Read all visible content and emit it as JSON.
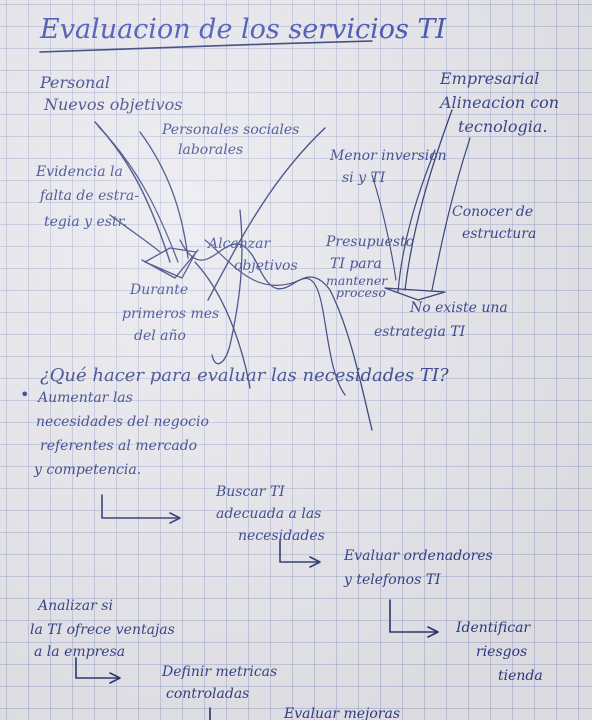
{
  "title": "Evaluacion de los servicios TI",
  "personal": {
    "heading": "Personal",
    "nuevos_objetivos": "Nuevos objetivos",
    "personales_sociales": [
      "Personales sociales",
      "laborales"
    ],
    "evidencia": [
      "Evidencia la",
      "falta de estra-",
      "tegia y estr."
    ]
  },
  "empresarial": {
    "heading": "Empresarial",
    "alineacion": [
      "Alineacion con",
      "tecnologia."
    ],
    "conocer": [
      "Conocer de",
      "estructura"
    ],
    "menor_inversion": [
      "Menor inversion",
      "si y TI"
    ],
    "no_existe": [
      "No existe una",
      "estrategia TI"
    ]
  },
  "center": {
    "alcanzar": [
      "Alcanzar",
      "objetivos"
    ],
    "presupuesto": [
      "Presupuesto",
      "TI para",
      "mantener",
      "proceso"
    ],
    "durante": [
      "Durante",
      "primeros mes",
      "del año"
    ]
  },
  "question": "¿Qué hacer para evaluar las necesidades TI?",
  "bullet": "•",
  "aumentar": [
    "Aumentar las",
    "necesidades del negocio",
    "referentes al mercado",
    "y competencia."
  ],
  "steps": {
    "buscar": [
      "Buscar TI",
      "adecuada a las",
      "necesidades"
    ],
    "evaluar": [
      "Evaluar ordenadores",
      "y telefonos TI"
    ],
    "identificar": [
      "Identificar",
      "riesgos",
      "tienda"
    ],
    "analizar": [
      "Analizar si",
      "la TI ofrece ventajas",
      "a la empresa"
    ],
    "definir": [
      "Definir metricas",
      "controladas"
    ],
    "evaluar_bottom": "Evaluar mejoras"
  }
}
